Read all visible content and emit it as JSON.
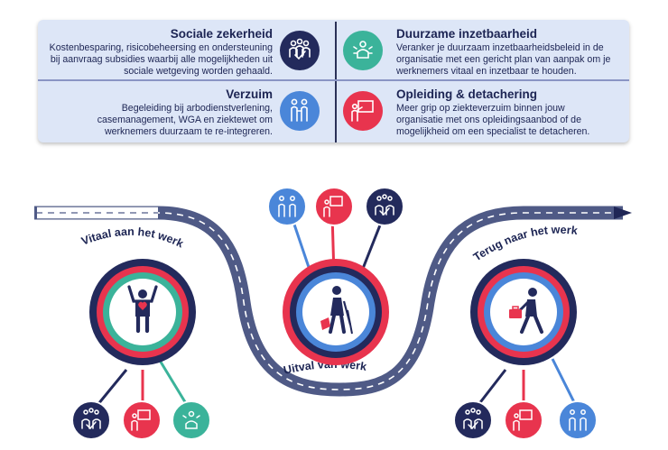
{
  "colors": {
    "navy": "#232a5c",
    "teal": "#3bb39a",
    "red": "#e8344e",
    "blue": "#4a86d9",
    "panel": "#dde6f7",
    "road": "#4f5a86"
  },
  "services": [
    {
      "title": "Sociale zekerheid",
      "text": [
        "Kostenbesparing, risicobeheersing en ondersteuning",
        "bij aanvraag subsidies waarbij alle mogelijkheden uit",
        "sociale wetgeving worden gehaald."
      ],
      "icon": "group-icon",
      "color": "navy"
    },
    {
      "title": "Duurzame inzetbaarheid",
      "text": [
        "Veranker je duurzaam inzetbaarheidsbeleid in de",
        "organisatie met een gericht plan van aanpak om je",
        "werknemers vitaal en inzetbaar te houden."
      ],
      "icon": "vitality-person-icon",
      "color": "teal"
    },
    {
      "title": "Verzuim",
      "text": [
        "Begeleiding bij arbodienstverlening,",
        "casemanagement, WGA en ziektewet om",
        "werknemers duurzaam te re-integreren."
      ],
      "icon": "support-person-icon",
      "color": "blue"
    },
    {
      "title": "Opleiding & detachering",
      "text": [
        "Meer grip op ziekteverzuim binnen jouw",
        "organisatie met ons opleidingsaanbod of de",
        "mogelijkheid om een specialist te detacheren."
      ],
      "icon": "presentation-icon",
      "color": "red"
    }
  ],
  "road": {
    "stage1": "Vitaal aan het werk",
    "stage2": "Uitval van werk",
    "stage3": "Terug naar het werk"
  }
}
